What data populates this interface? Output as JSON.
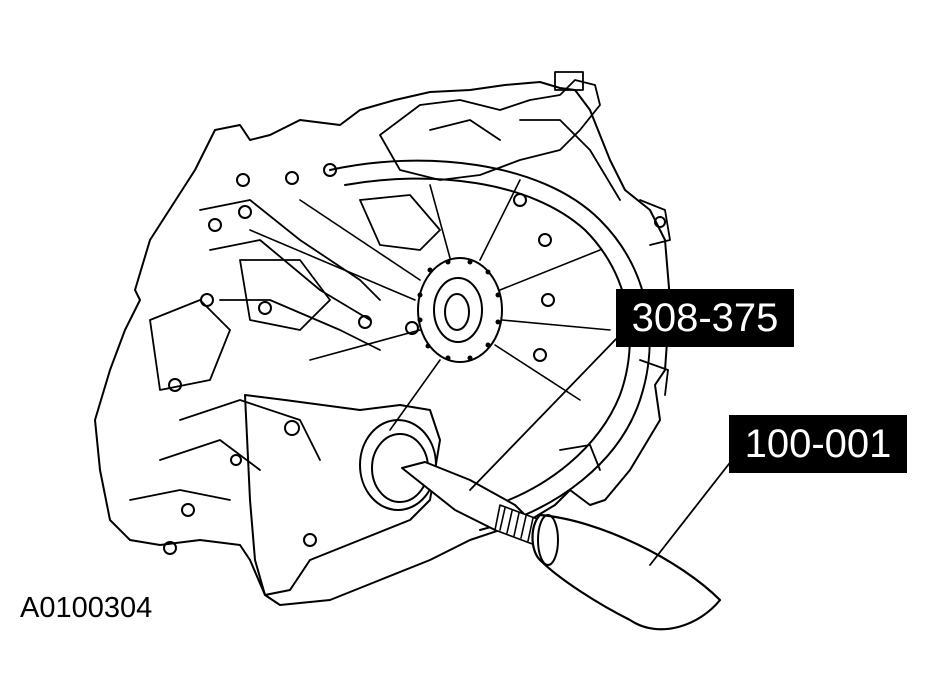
{
  "figure": {
    "id_code": "A0100304",
    "callouts": [
      {
        "text": "308-375",
        "refers_to": "seal installer tool"
      },
      {
        "text": "100-001",
        "refers_to": "slide hammer handle"
      }
    ]
  },
  "colors": {
    "ink": "#000000",
    "paper": "#ffffff",
    "callout_bg": "#000000",
    "callout_text": "#ffffff"
  }
}
